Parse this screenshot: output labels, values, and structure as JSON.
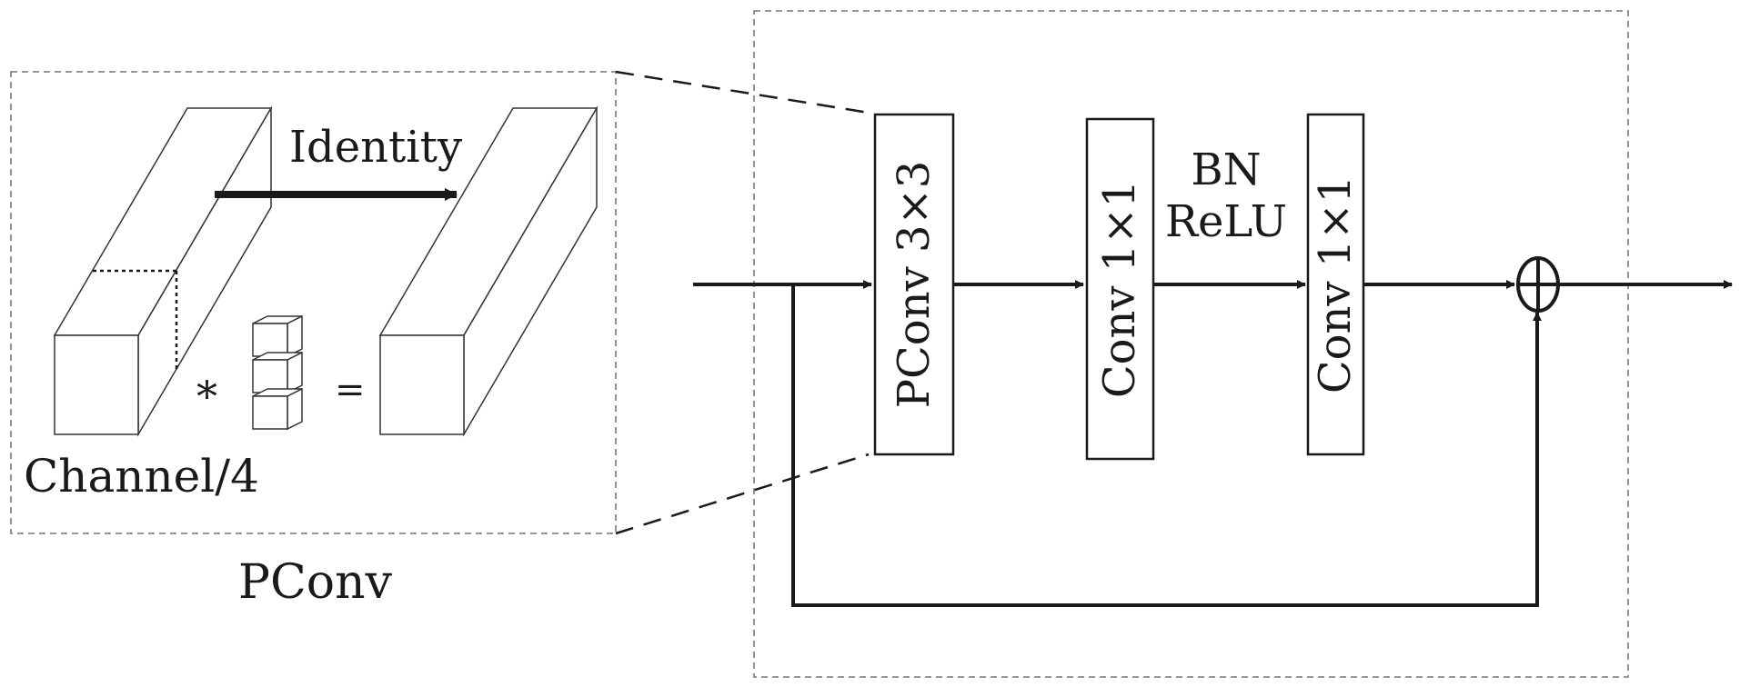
{
  "pconv_panel": {
    "identity_label": "Identity",
    "channel_label": "Channel/4",
    "operator_star": "*",
    "operator_equals": "=",
    "caption": "PConv"
  },
  "block": {
    "pconv_label": "PConv 3×3",
    "conv1_label": "Conv 1×1",
    "bn_label": "BN",
    "relu_label": "ReLU",
    "conv2_label": "Conv 1×1",
    "sum_symbol": "⊕"
  }
}
